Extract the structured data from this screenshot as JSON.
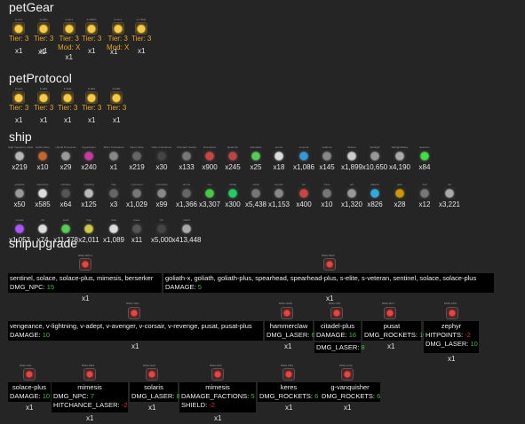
{
  "sections": {
    "petgear": "petGear",
    "petprotocol": "petProtocol",
    "ship": "ship",
    "shipupgrade": "shipupgrade"
  },
  "petgear": [
    {
      "name": "G-AL1",
      "tier": "Tier: 3",
      "count": "x1"
    },
    {
      "name": "G-HP1",
      "tier": "Tier: 3",
      "count": "x1"
    },
    {
      "name": "G-AL1",
      "tier": "Tier: 3",
      "mod": "Mod: X",
      "count": "x1",
      "count2": "x1"
    },
    {
      "name": "G-REP1",
      "tier": "Tier: 3",
      "count": "x1"
    },
    {
      "name": "G-AL1",
      "tier": "Tier: 3",
      "mod": "Mod: X",
      "count": "x1"
    },
    {
      "name": "G-TRA1",
      "tier": "Tier: 3",
      "count": "x1"
    }
  ],
  "petprotocol": [
    {
      "name": "P-AL1",
      "tier": "Tier: 3",
      "count": "x1"
    },
    {
      "name": "P-HP1",
      "tier": "Tier: 3",
      "count": "x1"
    },
    {
      "name": "P-SH1",
      "tier": "Tier: 3",
      "count": "x1"
    },
    {
      "name": "P-RP1",
      "tier": "Tier: 3",
      "count": "x1"
    },
    {
      "name": "P-DR1",
      "tier": "Tier: 3",
      "count": "x1"
    }
  ],
  "ship": {
    "row1": [
      {
        "label": "High frequency cable",
        "count": "x219",
        "color": "#b7b7b7"
      },
      {
        "label": "Hybrid alloy",
        "count": "x10",
        "color": "#c7662a"
      },
      {
        "label": "Hybrid Processor",
        "count": "x29",
        "color": "#999"
      },
      {
        "label": "Hyperbeam",
        "count": "x240",
        "color": "#c73aa0"
      },
      {
        "label": "Micro Transistors",
        "count": "x1",
        "color": "#888"
      },
      {
        "label": "Nano Case",
        "count": "x219",
        "color": "#666"
      },
      {
        "label": "Nano Condenser",
        "count": "x30",
        "color": "#444"
      },
      {
        "label": "Prismatic Socket",
        "count": "x133",
        "color": "#777"
      },
      {
        "label": "Prometium",
        "count": "x900",
        "color": "#c44"
      },
      {
        "label": "Quantum",
        "count": "x245",
        "color": "#b44"
      },
      {
        "label": "antimatter",
        "count": "x25",
        "color": "#5c5"
      },
      {
        "label": "aurum",
        "count": "x18",
        "color": "#ddd"
      },
      {
        "label": "xenomit",
        "count": "x1,086",
        "color": "#39d"
      },
      {
        "label": "seafront",
        "count": "x145",
        "color": "#888"
      },
      {
        "label": "Sharon",
        "count": "x1,899",
        "color": "#ccc"
      },
      {
        "label": "Starlight",
        "count": "x10,650",
        "color": "#999"
      },
      {
        "label": "StarlightRelay",
        "count": "x4,190",
        "color": "#aaa"
      },
      {
        "label": "Exerium",
        "count": "x84",
        "color": "#4d4"
      }
    ],
    "row2": [
      {
        "label": "graphite",
        "count": "x50",
        "color": "#999"
      },
      {
        "label": "electronic",
        "count": "x585",
        "color": "#ddd"
      },
      {
        "label": "cordiano",
        "count": "x64",
        "color": "#555"
      },
      {
        "label": "coupling",
        "count": "x125",
        "color": "#bbb"
      },
      {
        "label": "fuse",
        "count": "x3",
        "color": "#666"
      },
      {
        "label": "mucosum",
        "count": "x1,029",
        "color": "#777"
      },
      {
        "label": "microchip",
        "count": "x99",
        "color": "#888"
      },
      {
        "label": "ammo",
        "count": "x1,366",
        "color": "#666"
      },
      {
        "label": "lum",
        "count": "x3,307",
        "color": "#4c4"
      },
      {
        "label": "cobalt",
        "count": "x300",
        "color": "#2c6"
      },
      {
        "label": "scrap",
        "count": "x5,438",
        "color": "#777"
      },
      {
        "label": "seprom",
        "count": "x1,153",
        "color": "#888"
      },
      {
        "label": "ore",
        "count": "x400",
        "color": "#c44"
      },
      {
        "label": "cores",
        "count": "x10",
        "color": "#777"
      },
      {
        "label": "orb",
        "count": "x1,320",
        "color": "#999"
      },
      {
        "label": "plasma",
        "count": "x826",
        "color": "#3ad"
      },
      {
        "label": "jade",
        "count": "x28",
        "color": "#c90"
      },
      {
        "label": "bolt",
        "count": "x12",
        "color": "#777"
      },
      {
        "label": "nut",
        "count": "x3,221",
        "color": "#aaa"
      }
    ],
    "row3": [
      {
        "label": "crystal",
        "count": "x1,053",
        "color": "#a5f"
      },
      {
        "label": "iris",
        "count": "x74",
        "color": "#ddd"
      },
      {
        "label": "seed",
        "count": "x11,278",
        "color": "#5c5"
      },
      {
        "label": "frag",
        "count": "x2,011",
        "color": "#cc4"
      },
      {
        "label": "dust",
        "count": "x1,089",
        "color": "#ddd"
      },
      {
        "label": "piece",
        "count": "x11",
        "color": "#555"
      },
      {
        "label": "bit",
        "count": "x5,000",
        "color": "#444"
      },
      {
        "label": "shard",
        "count": "x413,448",
        "color": "#aaa"
      }
    ]
  },
  "upgrades": {
    "u1": {
      "code": "DMG-NPC1",
      "text": "sentinel, solace, solace-plus, mimesis, berserker",
      "stat": "DMG_NPC:",
      "val": "15",
      "count": "x1"
    },
    "u2": {
      "code": "DMG-5000",
      "text": "goliath-x, goliath, goliath-plus, spearhead, spearhead-plus, s-elite, s-veteran, sentinel, solace, solace-plus",
      "stat": "DAMAGE:",
      "val": "5",
      "count": "x1"
    },
    "u3": {
      "code": "DMG-VNG",
      "text": "vengeance, v-lightning, v-adept, v-avenger, v-corsair, v-revenge, pusat, pusat-plus",
      "stat": "DAMAGE:",
      "val": "10",
      "count": "x1"
    },
    "u4": {
      "code": "DMG-HMR",
      "text": "hammerclaw",
      "stat": "DMG_LASER:",
      "val": "6",
      "count": "x1"
    },
    "u5": {
      "code": "DMG-CPL",
      "text": "citadel-plus",
      "stat": "DAMAGE:",
      "val": "16",
      "stat2": "DMG_LASER:",
      "val2": "8",
      "count": "x1"
    },
    "u6": {
      "code": "DMG-RKT",
      "text": "pusat",
      "stat": "DMG_ROCKETS:",
      "val": "10",
      "count": "x1"
    },
    "u7": {
      "code": "DMG-ZPH",
      "text": "zephyr",
      "stat": "HITPOINTS:",
      "val": "-2",
      "stat2": "DMG_LASER:",
      "val2": "10",
      "count": "x1"
    },
    "u8": {
      "code": "DMG-SOL",
      "text": "solace-plus",
      "stat": "DAMAGE:",
      "val": "10",
      "count": "x1"
    },
    "u9": {
      "code": "DMG-MIM",
      "text": "mimesis",
      "stat": "DMG_NPC:",
      "val": "7",
      "stat2": "HITCHANCE_LASER:",
      "val2": "-2",
      "count": "x1"
    },
    "u10": {
      "code": "DMG-SLR",
      "text": "solaris",
      "stat": "DMG_LASER:",
      "val": "8",
      "count": "x1"
    },
    "u11": {
      "code": "DMG-FAC",
      "text": "mimesis",
      "stat": "DAMAGE_FACTIONS:",
      "val": "5",
      "stat2": "SHIELD:",
      "val2": "-2",
      "count": "x1"
    },
    "u12": {
      "code": "DMG-KRS",
      "text": "keres",
      "stat": "DMG_ROCKETS:",
      "val": "6",
      "count": "x1"
    },
    "u13": {
      "code": "DMG-GVQ",
      "text": "g-vanquisher",
      "stat": "DMG_ROCKETS:",
      "val": "6",
      "count": "x1"
    }
  }
}
